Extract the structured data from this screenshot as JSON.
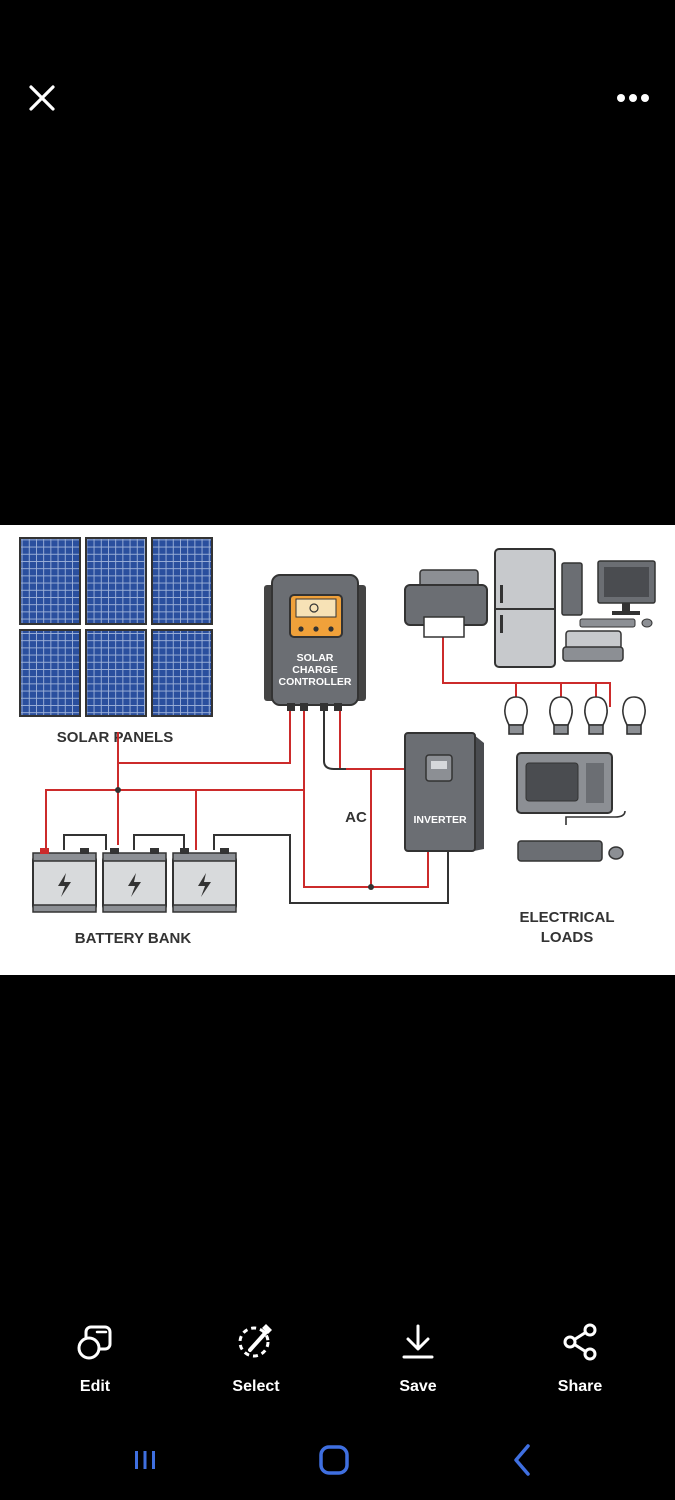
{
  "viewer": {
    "close_icon": "close-icon",
    "more_icon": "more-options-icon"
  },
  "diagram": {
    "solar_panels_label": "SOLAR PANELS",
    "controller_label_1": "SOLAR",
    "controller_label_2": "CHARGE",
    "controller_label_3": "CONTROLLER",
    "ac_label": "AC",
    "inverter_label": "INVERTER",
    "battery_bank_label": "BATTERY BANK",
    "loads_label_1": "ELECTRICAL",
    "loads_label_2": "LOADS"
  },
  "actions": [
    {
      "label": "Edit",
      "icon": "edit-icon"
    },
    {
      "label": "Select",
      "icon": "select-icon"
    },
    {
      "label": "Save",
      "icon": "download-icon"
    },
    {
      "label": "Share",
      "icon": "share-icon"
    }
  ],
  "nav": {
    "recents_icon": "recent-apps-icon",
    "home_icon": "home-icon",
    "back_icon": "back-icon"
  },
  "colors": {
    "background": "#000000",
    "wire_red": "#cc2b2b",
    "nav_blue": "#3f6fe0",
    "panel_blue": "#2a4f9e",
    "controller_orange": "#f0a13a"
  }
}
